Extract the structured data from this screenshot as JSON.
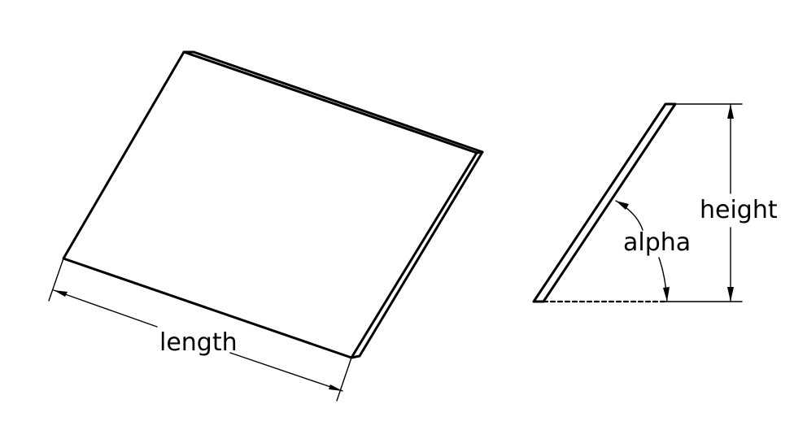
{
  "labels": {
    "length": "length",
    "height": "height",
    "alpha": "alpha"
  },
  "colors": {
    "line": "#000000",
    "background": "#ffffff"
  }
}
